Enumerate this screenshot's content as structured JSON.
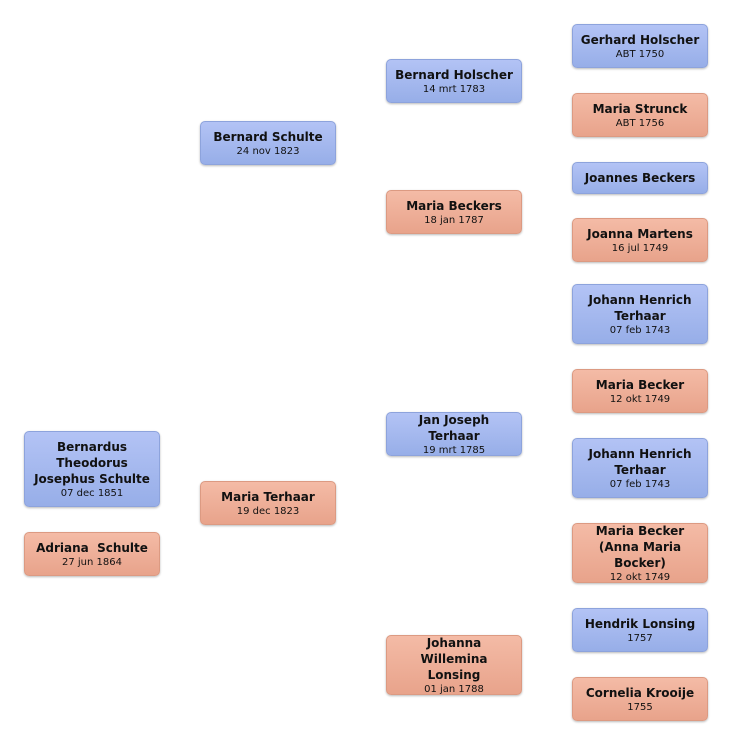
{
  "tree": {
    "root": [
      {
        "name": "Bernardus Theodorus Josephus Schulte",
        "date": "07 dec 1851",
        "sex": "male"
      },
      {
        "name": "Adriana  Schulte",
        "date": "27 jun 1864",
        "sex": "female"
      }
    ],
    "parents": [
      {
        "name": "Bernard Schulte",
        "date": "24 nov 1823",
        "sex": "male"
      },
      {
        "name": "Maria Terhaar",
        "date": "19 dec 1823",
        "sex": "female"
      }
    ],
    "grandparents": [
      {
        "name": "Bernard Holscher",
        "date": "14 mrt 1783",
        "sex": "male"
      },
      {
        "name": "Maria Beckers",
        "date": "18 jan 1787",
        "sex": "female"
      },
      {
        "name": "Jan Joseph Terhaar",
        "date": "19 mrt 1785",
        "sex": "male"
      },
      {
        "name": "Johanna Willemina Lonsing",
        "date": "01 jan 1788",
        "sex": "female"
      }
    ],
    "great_grandparents": [
      {
        "name": "Gerhard Holscher",
        "date": "ABT 1750",
        "sex": "male"
      },
      {
        "name": "Maria Strunck",
        "date": "ABT 1756",
        "sex": "female"
      },
      {
        "name": "Joannes Beckers",
        "date": "",
        "sex": "male"
      },
      {
        "name": "Joanna Martens",
        "date": "16 jul 1749",
        "sex": "female"
      },
      {
        "name": "Johann Henrich Terhaar",
        "date": "07 feb 1743",
        "sex": "male"
      },
      {
        "name": "Maria Becker",
        "date": "12 okt 1749",
        "sex": "female"
      },
      {
        "name": "Johann Henrich Terhaar",
        "date": "07 feb 1743",
        "sex": "male"
      },
      {
        "name": "Maria Becker (Anna Maria Bocker)",
        "date": "12 okt 1749",
        "sex": "female"
      },
      {
        "name": "Hendrik Lonsing",
        "date": "1757",
        "sex": "male"
      },
      {
        "name": "Cornelia Krooije",
        "date": "1755",
        "sex": "female"
      }
    ]
  }
}
